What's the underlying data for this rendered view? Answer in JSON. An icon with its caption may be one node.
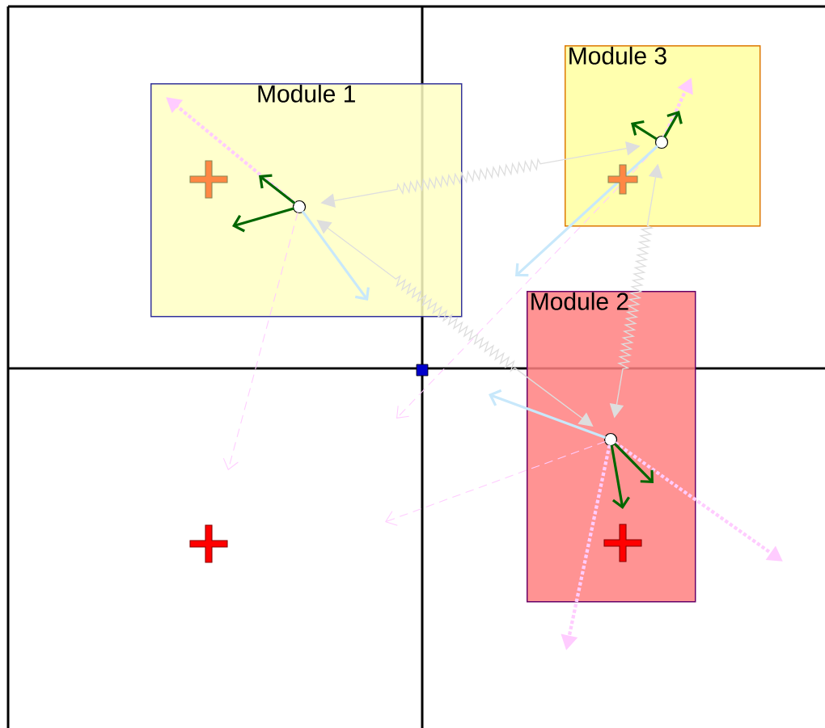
{
  "diagram": {
    "nodes": [
      {
        "text": [
          "Module 1"
        ]
      },
      {
        "text": [
          "Module 3"
        ]
      },
      {
        "text": [
          "Module 2"
        ]
      },
      {
        "text": [],
        "shape": "circle",
        "in": 0
      },
      {
        "text": [],
        "shape": "circle",
        "in": 1
      },
      {
        "text": [],
        "shape": "circle",
        "in": 2
      }
    ],
    "edges": [
      {
        "from": 3,
        "to": 4,
        "arrow": "both"
      },
      {
        "from": 3,
        "to": 5,
        "arrow": "both"
      },
      {
        "from": 4,
        "to": 5,
        "arrow": "both"
      }
    ]
  }
}
